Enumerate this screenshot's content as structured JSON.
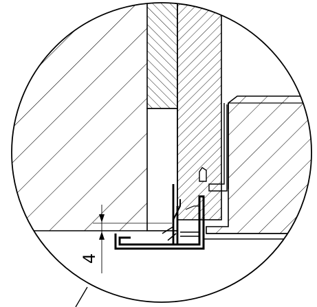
{
  "drawing": {
    "dimension_label": "4",
    "line_color": "#000000",
    "background_color": "#ffffff",
    "hatch_style": "diagonal",
    "detail_view": "circular-detail"
  }
}
